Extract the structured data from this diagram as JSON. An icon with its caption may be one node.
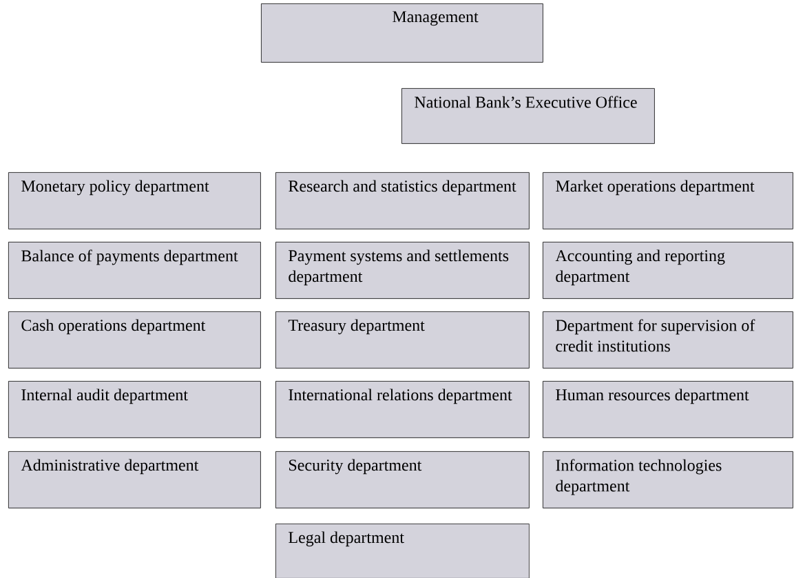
{
  "diagram": {
    "nodes": [
      {
        "text": [
          "Management"
        ]
      },
      {
        "text": [
          "National Bank’s Executive Office"
        ]
      },
      {
        "text": [
          "Monetary policy department"
        ]
      },
      {
        "text": [
          "Research and statistics department"
        ]
      },
      {
        "text": [
          "Market operations department"
        ]
      },
      {
        "text": [
          "Balance of payments department"
        ]
      },
      {
        "text": [
          "Payment systems and settlements department"
        ]
      },
      {
        "text": [
          "Accounting and reporting department"
        ]
      },
      {
        "text": [
          "Cash operations department"
        ]
      },
      {
        "text": [
          "Treasury department"
        ]
      },
      {
        "text": [
          "Department for supervision of credit institutions"
        ]
      },
      {
        "text": [
          "Internal audit department"
        ]
      },
      {
        "text": [
          "International relations department"
        ]
      },
      {
        "text": [
          "Human resources department"
        ]
      },
      {
        "text": [
          "Administrative department"
        ]
      },
      {
        "text": [
          "Security department"
        ]
      },
      {
        "text": [
          "Information technologies department"
        ]
      },
      {
        "text": [
          "Legal department"
        ]
      }
    ]
  }
}
